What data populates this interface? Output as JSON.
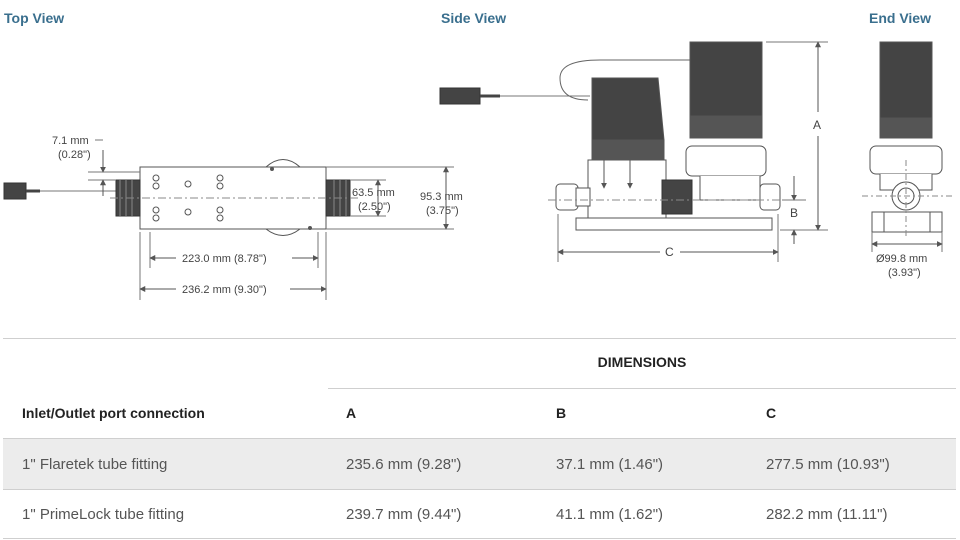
{
  "views": {
    "top": "Top View",
    "side": "Side View",
    "end": "End View"
  },
  "top_dims": {
    "gap_mm": "7.1 mm",
    "gap_in": "(0.28\")",
    "port_mm": "63.5 mm",
    "port_in": "(2.50\")",
    "width_mm": "95.3 mm",
    "width_in": "(3.75\")",
    "inner_len": "223.0 mm (8.78\")",
    "outer_len": "236.2 mm (9.30\")"
  },
  "side_dims": {
    "a": "A",
    "b": "B",
    "c": "C"
  },
  "end_dims": {
    "dia_mm": "Ø99.8 mm",
    "dia_in": "(3.93\")"
  },
  "table": {
    "heading": "DIMENSIONS",
    "columns": [
      "Inlet/Outlet port connection",
      "A",
      "B",
      "C"
    ],
    "rows": [
      [
        "1\" Flaretek tube fitting",
        "235.6 mm (9.28\")",
        "37.1 mm (1.46\")",
        "277.5 mm (10.93\")"
      ],
      [
        "1\" PrimeLock tube fitting",
        "239.7 mm (9.44\")",
        "41.1 mm (1.62\")",
        "282.2 mm (11.11\")"
      ]
    ]
  }
}
